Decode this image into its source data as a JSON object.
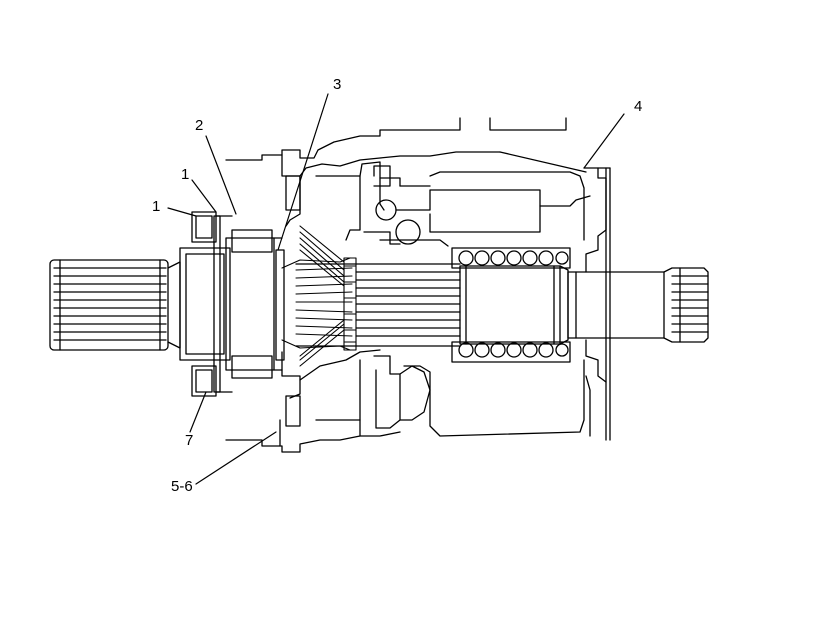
{
  "diagram": {
    "callouts": [
      {
        "id": "1a",
        "label": "1"
      },
      {
        "id": "1b",
        "label": "1"
      },
      {
        "id": "2",
        "label": "2"
      },
      {
        "id": "3",
        "label": "3"
      },
      {
        "id": "4",
        "label": "4"
      },
      {
        "id": "7",
        "label": "7"
      },
      {
        "id": "56",
        "label": "5-6"
      }
    ],
    "colors": {
      "line": "#000000",
      "background": "#ffffff"
    }
  }
}
